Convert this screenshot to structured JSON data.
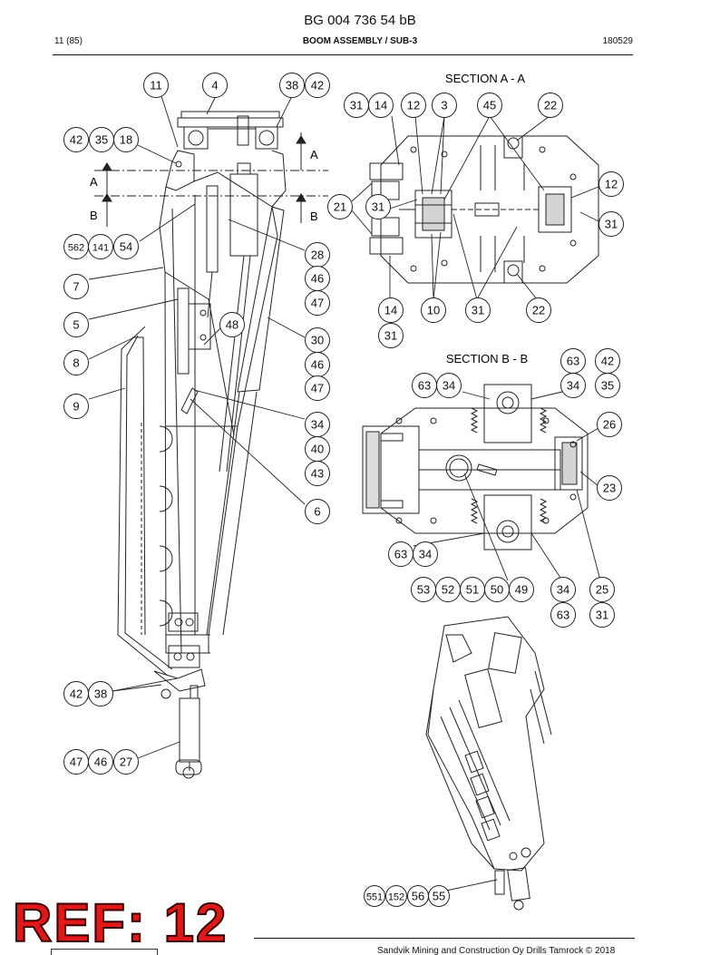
{
  "header": {
    "doc_number": "BG 004 736 54 bB",
    "page": "11 (85)",
    "title": "BOOM ASSEMBLY / SUB-3",
    "date_code": "180529"
  },
  "sections": {
    "a_title": "SECTION A - A",
    "b_title": "SECTION B - B",
    "marker_a": "A",
    "marker_b": "B"
  },
  "callouts": {
    "main": [
      "11",
      "4",
      "38",
      "42",
      "42",
      "35",
      "18",
      "562",
      "141",
      "54",
      "7",
      "5",
      "8",
      "9",
      "48",
      "28",
      "46",
      "47",
      "30",
      "46",
      "47",
      "34",
      "40",
      "43",
      "6",
      "42",
      "38",
      "47",
      "46",
      "27"
    ],
    "section_a": [
      "31",
      "14",
      "12",
      "3",
      "45",
      "22",
      "21",
      "31",
      "12",
      "31",
      "14",
      "10",
      "31",
      "22",
      "31"
    ],
    "section_b": [
      "63",
      "42",
      "63",
      "34",
      "34",
      "35",
      "26",
      "23",
      "63",
      "34",
      "53",
      "52",
      "51",
      "50",
      "49",
      "34",
      "25",
      "63",
      "31"
    ],
    "iso": [
      "551",
      "152",
      "56",
      "55"
    ]
  },
  "ref_stamp": "REF: 12",
  "footer": {
    "copyright": "Sandvik Mining and Construction Oy Drills Tamrock © 2018"
  }
}
